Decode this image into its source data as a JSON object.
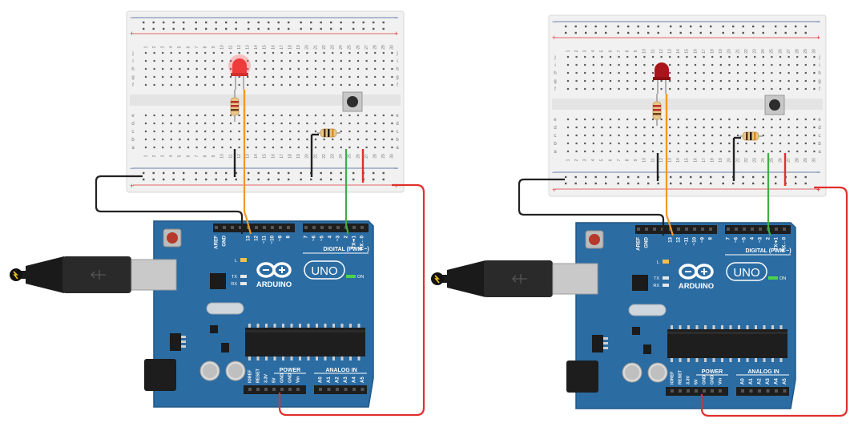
{
  "colors": {
    "board": "#2b6ca3",
    "board_edge": "#1f5687",
    "breadboard": "#f1f1f1",
    "rail_red": "#e0373c",
    "rail_blue": "#3c5a96",
    "wire_black": "#222222",
    "wire_orange": "#f19a1f",
    "wire_green": "#3fae3f",
    "wire_red": "#e0302c",
    "led_on": "#ee3a3a",
    "led_off": "#a8151b",
    "usb_grey": "#c9c9c9"
  },
  "left_circuit": {
    "led_state": "on"
  },
  "right_circuit": {
    "led_state": "off"
  },
  "breadboard": {
    "rail_plus": "+",
    "rail_minus": "−",
    "column_numbers": [
      "1",
      "2",
      "3",
      "4",
      "5",
      "6",
      "7",
      "8",
      "9",
      "10",
      "11",
      "12",
      "13",
      "14",
      "15",
      "16",
      "17",
      "18",
      "19",
      "20",
      "21",
      "22",
      "23",
      "24",
      "25",
      "26",
      "27",
      "28",
      "29",
      "30"
    ],
    "row_letters_top": [
      "j",
      "i",
      "h",
      "g",
      "f"
    ],
    "row_letters_bottom": [
      "e",
      "d",
      "c",
      "b",
      "a"
    ]
  },
  "arduino": {
    "brand": "ARDUINO",
    "model": "UNO",
    "digital_label": "DIGITAL (PWM ~)",
    "power_label": "POWER",
    "analog_label": "ANALOG IN",
    "on_label": "ON",
    "tx_label": "TX",
    "rx_label": "RX",
    "l_label": "L",
    "digital_pins": [
      "AREF",
      "GND",
      "13",
      "12",
      "~11",
      "~10",
      "~9",
      "8",
      "7",
      "~6",
      "~5",
      "4",
      "~3",
      "2",
      "TX➜1",
      "RX←0"
    ],
    "power_pins": [
      "IOREF",
      "RESET",
      "3.3V",
      "5V",
      "GND",
      "GND",
      "Vin"
    ],
    "analog_pins": [
      "A0",
      "A1",
      "A2",
      "A3",
      "A4",
      "A5"
    ]
  }
}
